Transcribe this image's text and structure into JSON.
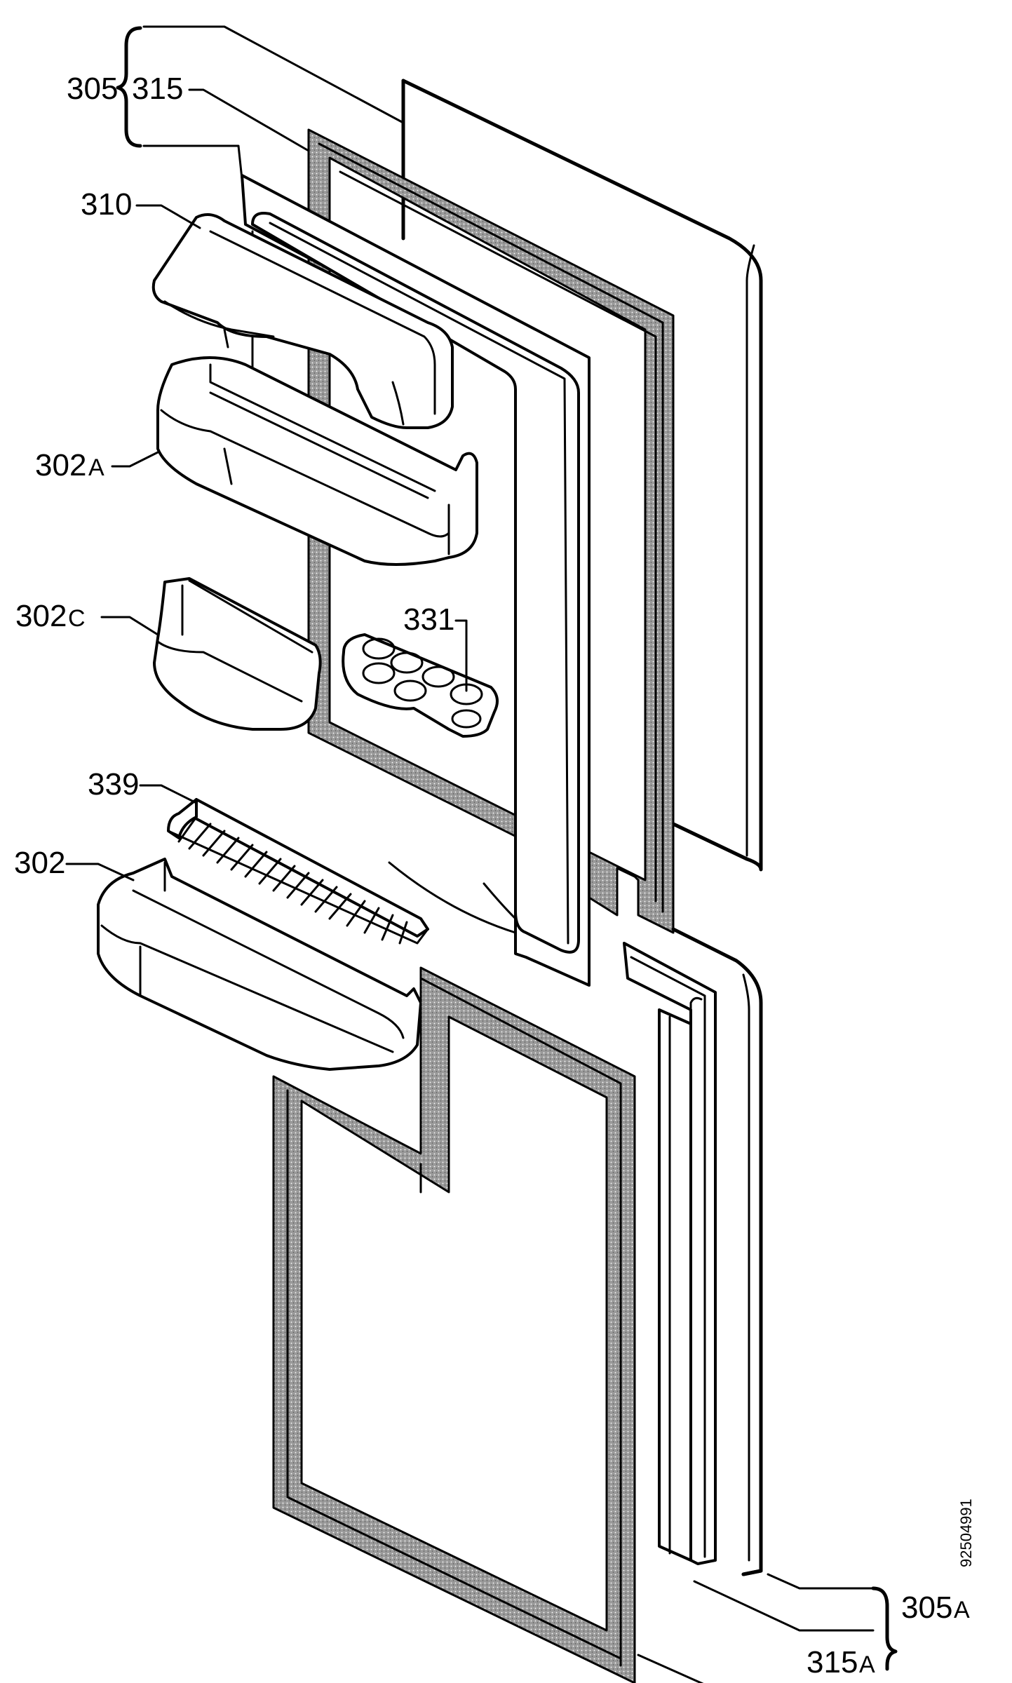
{
  "diagram": {
    "callouts": {
      "c305": "305",
      "c315": "315",
      "c310": "310",
      "c302A_num": "302",
      "c302A_suf": "A",
      "c302C_num": "302",
      "c302C_suf": "C",
      "c331": "331",
      "c339": "339",
      "c302": "302",
      "c305A_num": "305",
      "c305A_suf": "A",
      "c315A_num": "315",
      "c315A_suf": "A"
    },
    "drawing_code": "92504991"
  }
}
